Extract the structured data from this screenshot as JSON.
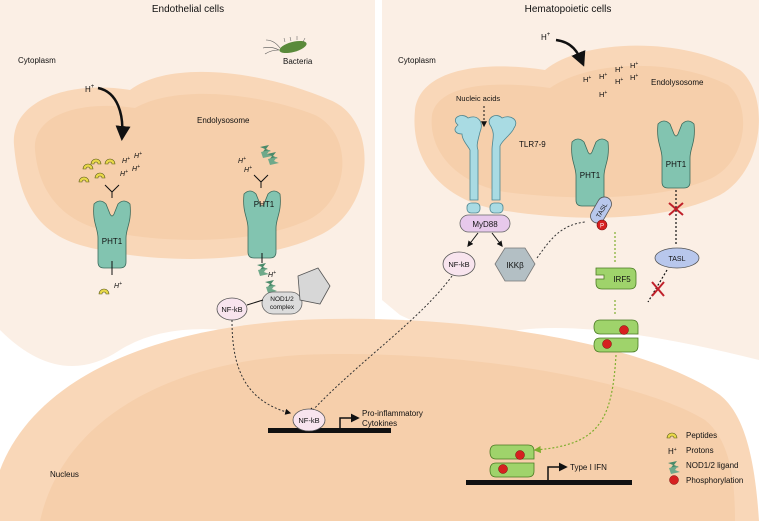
{
  "panels": {
    "left_title": "Endothelial cells",
    "right_title": "Hematopoietic cells"
  },
  "labels": {
    "cytoplasm_left": "Cytoplasm",
    "cytoplasm_right": "Cytoplasm",
    "bacteria": "Bacteria",
    "endolysosome_left": "Endolysosome",
    "endolysosome_right": "Endolysosome",
    "nucleic_acids": "Nucleic acids",
    "tlr": "TLR7-9",
    "myd88": "MyD88",
    "ikkb": "IKKβ",
    "pht1": "PHT1",
    "tasl": "TASL",
    "tasl_bound": "TASL",
    "irf5": "IRF5",
    "nfkb": "NF-kB",
    "nod_line1": "NOD1/2",
    "nod_line2": "complex",
    "nucleus": "Nucleus",
    "proinflam_line1": "Pro-inflammatory",
    "proinflam_line2": "Cytokines",
    "type1_ifn": "Type I IFN",
    "proton": "H",
    "plus": "+",
    "p": "P"
  },
  "legend": [
    {
      "label": "Peptides",
      "icon": "peptide-icon"
    },
    {
      "label": "Protons",
      "icon": "proton-icon"
    },
    {
      "label": "NOD1/2 ligand",
      "icon": "nod-ligand-icon"
    },
    {
      "label": "Phosphorylation",
      "icon": "phosphorylation-icon"
    }
  ],
  "colors": {
    "cell_bg": "#fbefe5",
    "membrane": "#f9d7b8",
    "lumen": "#f6cfab",
    "pht1": "#82c4b0",
    "tlr": "#a9dbe3",
    "myd88": "#e7c9ec",
    "ikk": "#b3bfc4",
    "irf5": "#9fd36b",
    "tasl": "#b8c7ec",
    "phospho": "#d62020",
    "nfkb_fill": "#f8e4ee"
  }
}
